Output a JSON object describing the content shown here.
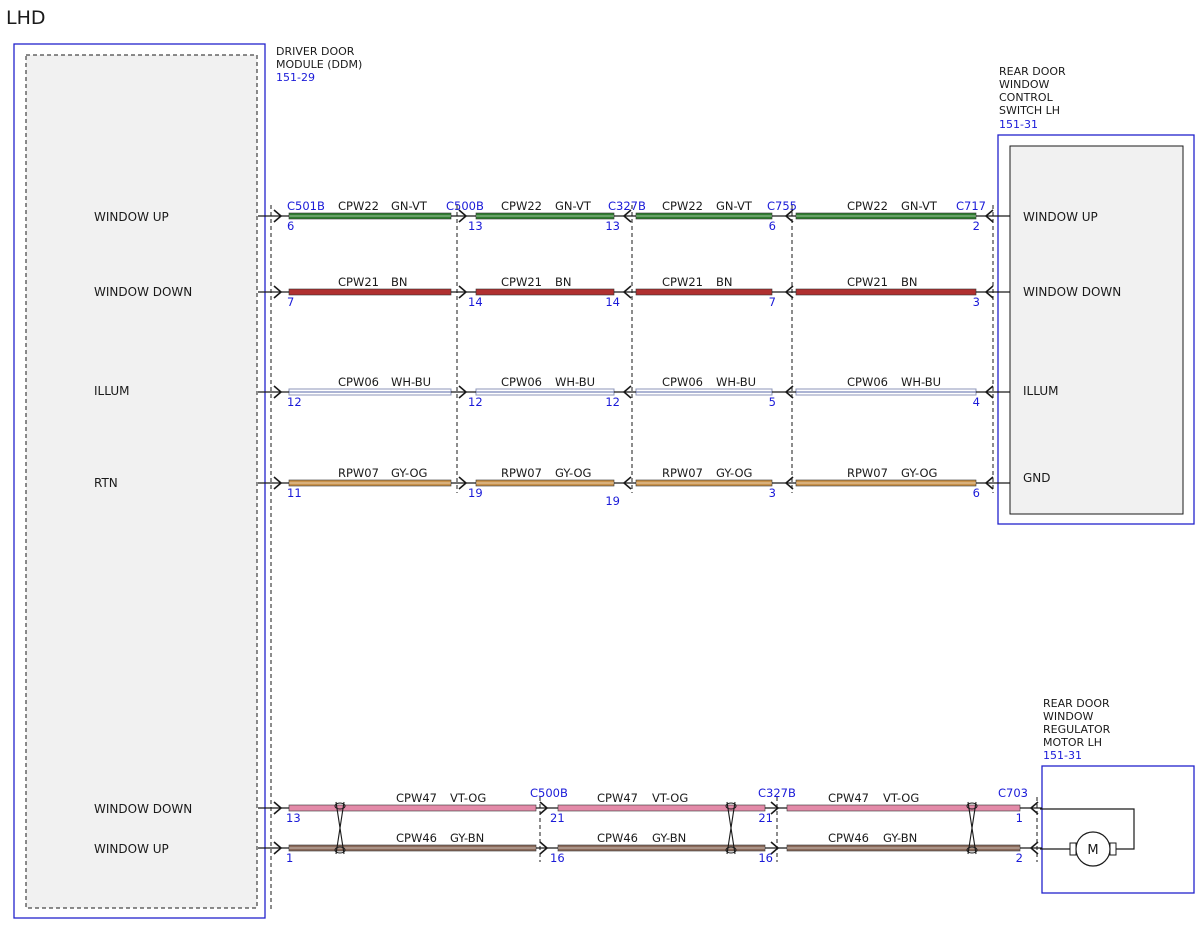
{
  "title": "LHD",
  "colors": {
    "frame": "#2222cc",
    "module_fill": "#f1f1f1",
    "GN-VT": "#2f7d2f",
    "BN": "#b03030",
    "WH-BU": "#9ea8c8",
    "GY-OG": "#c9924a",
    "VT-OG": "#e38aa8",
    "GY-BN": "#8a6a5a"
  },
  "ddm": {
    "name_lines": [
      "DRIVER DOOR",
      "MODULE (DDM)"
    ],
    "ref": "151-29",
    "pins": [
      "WINDOW UP",
      "WINDOW DOWN",
      "ILLUM",
      "RTN",
      "WINDOW DOWN",
      "WINDOW UP"
    ]
  },
  "switch": {
    "name_lines": [
      "REAR DOOR",
      "WINDOW",
      "CONTROL",
      "SWITCH LH"
    ],
    "ref": "151-31",
    "pins": [
      "WINDOW UP",
      "WINDOW DOWN",
      "ILLUM",
      "GND"
    ]
  },
  "motor": {
    "name_lines": [
      "REAR DOOR",
      "WINDOW",
      "REGULATOR",
      "MOTOR LH"
    ],
    "ref": "151-31",
    "symbol": "M"
  },
  "upper_connectors": [
    "C501B",
    "C500B",
    "C327B",
    "C755",
    "C717"
  ],
  "upper_wires": [
    {
      "circuit": "CPW22",
      "color": "GN-VT",
      "pins": [
        "6",
        "13",
        "13",
        "6",
        "2"
      ]
    },
    {
      "circuit": "CPW21",
      "color": "BN",
      "pins": [
        "7",
        "14",
        "14",
        "7",
        "3"
      ]
    },
    {
      "circuit": "CPW06",
      "color": "WH-BU",
      "pins": [
        "12",
        "12",
        "12",
        "5",
        "4"
      ]
    },
    {
      "circuit": "RPW07",
      "color": "GY-OG",
      "pins": [
        "11",
        "19",
        "19",
        "3",
        "6"
      ]
    }
  ],
  "lower_connectors": [
    "C500B",
    "C327B",
    "C703"
  ],
  "lower_wires": [
    {
      "circuit": "CPW47",
      "color": "VT-OG",
      "pins": [
        "13",
        "21",
        "21",
        "1"
      ]
    },
    {
      "circuit": "CPW46",
      "color": "GY-BN",
      "pins": [
        "1",
        "16",
        "16",
        "2"
      ]
    }
  ]
}
